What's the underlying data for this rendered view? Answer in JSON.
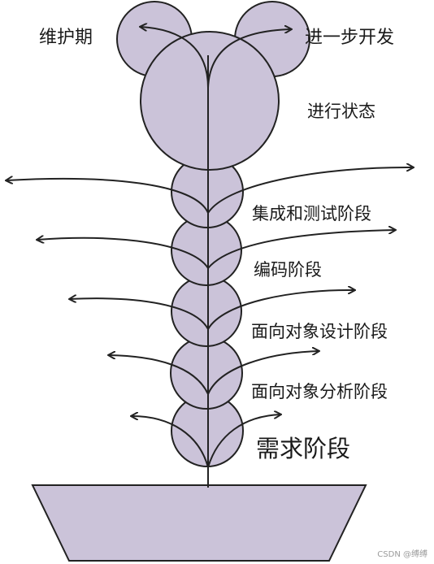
{
  "colors": {
    "fill": "#cbc3d9",
    "stroke": "#222222"
  },
  "labels": {
    "maintenance": "维护期",
    "further_development": "进一步开发",
    "operation": "进行状态",
    "integration_testing": "集成和测试阶段",
    "coding": "编码阶段",
    "oo_design": "面向对象设计阶段",
    "oo_analysis": "面向对象分析阶段",
    "requirements": "需求阶段"
  },
  "watermark": "CSDN @缚缚"
}
